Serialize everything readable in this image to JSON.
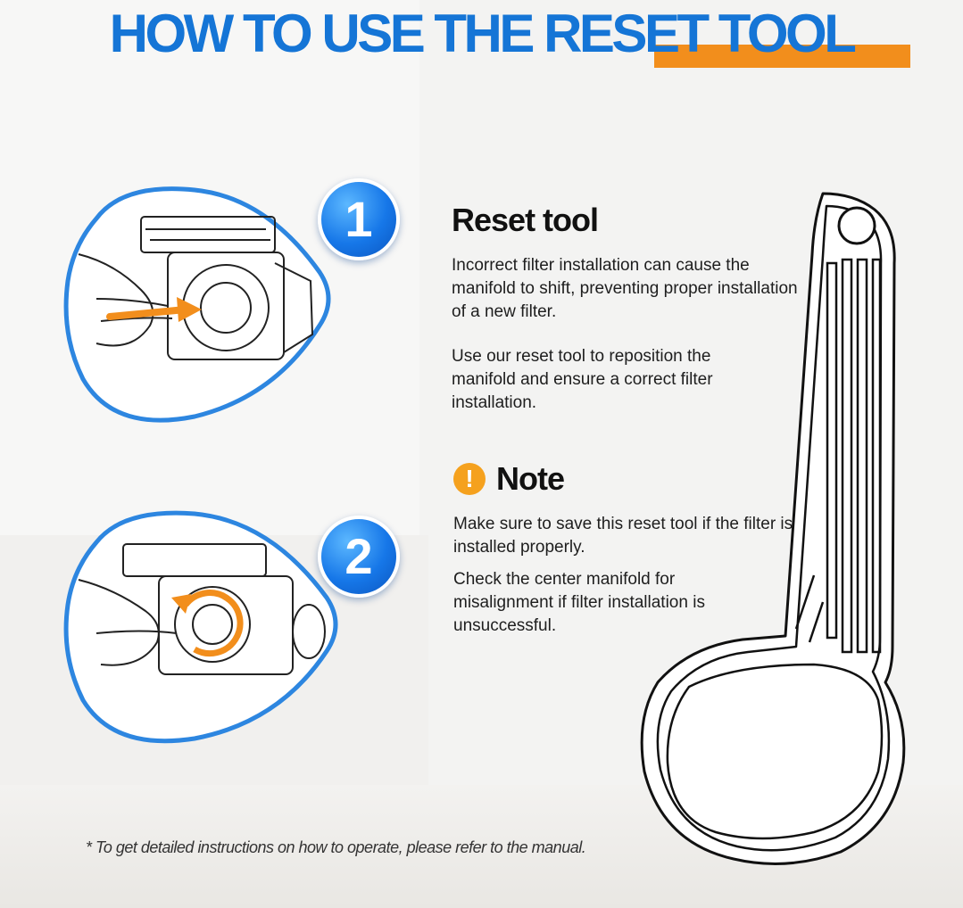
{
  "title": "HOW TO USE THE RESET TOOL",
  "colors": {
    "title_blue": "#1575d6",
    "accent_orange": "#f28e1c",
    "badge_blue": "#1677e8",
    "note_orange": "#f5a11e"
  },
  "steps": [
    {
      "number": "1"
    },
    {
      "number": "2"
    }
  ],
  "reset_tool": {
    "heading": "Reset tool",
    "paragraph_1": "Incorrect filter installation can cause the manifold to shift, preventing proper installation of a new filter.",
    "paragraph_2": "Use our reset tool to reposition the manifold and ensure a correct filter installation."
  },
  "note": {
    "icon_glyph": "!",
    "heading": "Note",
    "paragraph_1": "Make sure to save this reset tool if the filter is installed properly.",
    "paragraph_2": "Check the center manifold for misalignment if filter installation is unsuccessful."
  },
  "icons": {
    "note": "warning-icon",
    "tool": "reset-tool-illustration"
  },
  "footnote": "* To get detailed instructions on how to operate, please refer to the manual."
}
